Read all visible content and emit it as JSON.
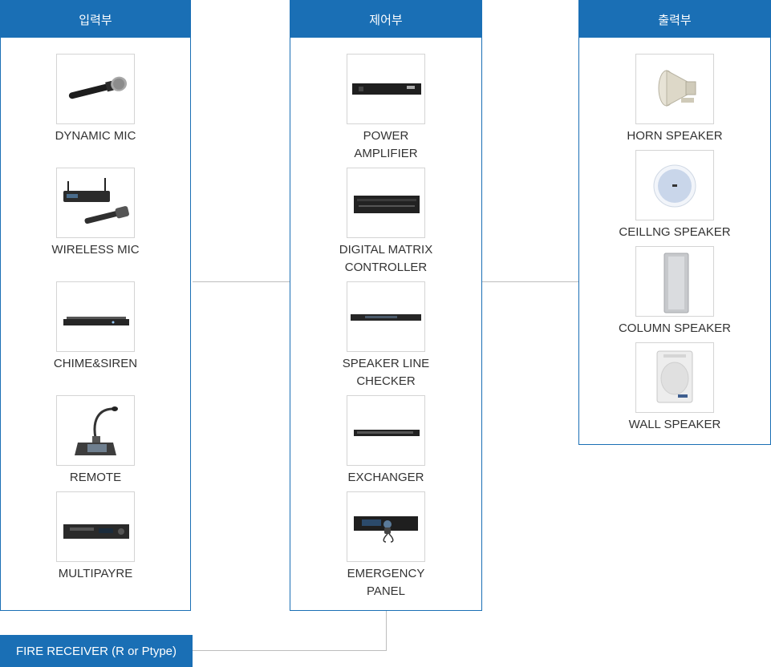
{
  "columns": {
    "input": {
      "title": "입력부",
      "items": [
        {
          "label": "DYNAMIC MIC",
          "icon": "dynamic-mic-icon"
        },
        {
          "label": "WIRELESS MIC",
          "icon": "wireless-mic-icon"
        },
        {
          "label": "CHIME&SIREN",
          "icon": "chime-siren-icon"
        },
        {
          "label": "REMOTE",
          "icon": "remote-mic-icon"
        },
        {
          "label": "MULTIPAYRE",
          "icon": "multiplayer-icon"
        }
      ]
    },
    "control": {
      "title": "제어부",
      "items": [
        {
          "label": "POWER\nAMPLIFIER",
          "icon": "power-amplifier-icon"
        },
        {
          "label": "DIGITAL MATRIX\nCONTROLLER",
          "icon": "matrix-controller-icon"
        },
        {
          "label": "SPEAKER LINE\nCHECKER",
          "icon": "line-checker-icon"
        },
        {
          "label": "EXCHANGER",
          "icon": "exchanger-icon"
        },
        {
          "label": "EMERGENCY\nPANEL",
          "icon": "emergency-panel-icon"
        }
      ]
    },
    "output": {
      "title": "출력부",
      "items": [
        {
          "label": "HORN SPEAKER",
          "icon": "horn-speaker-icon"
        },
        {
          "label": "CEILLNG SPEAKER",
          "icon": "ceiling-speaker-icon"
        },
        {
          "label": "COLUMN SPEAKER",
          "icon": "column-speaker-icon"
        },
        {
          "label": "WALL SPEAKER",
          "icon": "wall-speaker-icon"
        }
      ]
    }
  },
  "fire_receiver": {
    "label": "FIRE RECEIVER (R or Ptype)"
  },
  "colors": {
    "accent": "#1a6fb5",
    "connector": "#bdbdbd",
    "text": "#333333"
  }
}
